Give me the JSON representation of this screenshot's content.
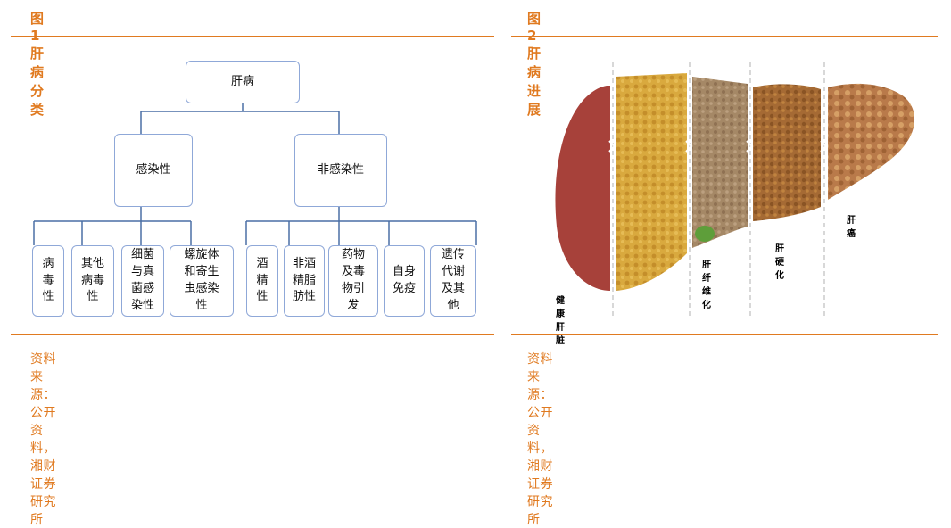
{
  "left": {
    "title": "图 1 肝病分类",
    "source": "资料来源：公开资料，湘财证券研究所",
    "root": "肝病",
    "infectious": "感染性",
    "noninfectious": "非感染性",
    "leaves_infectious": [
      "病\n毒\n性",
      "其他\n病毒\n性",
      "细菌\n与真\n菌感\n染性",
      "螺旋体\n和寄生\n虫感染\n性"
    ],
    "leaves_noninfectious": [
      "酒\n精\n性",
      "非酒\n精脂\n肪性",
      "药物\n及毒\n物引\n发",
      "自身\n免疫",
      "遗传\n代谢\n及其\n他"
    ]
  },
  "right": {
    "title": "图 2 肝病进展",
    "source": "资料来源：公开资料，湘财证券研究所",
    "stages": [
      "健康肝脏",
      "肝纤维化",
      "肝硬化",
      "肝癌"
    ]
  },
  "colors": {
    "accent": "#E07A20",
    "box_border": "#8FA8D8",
    "connector": "#4A6FA5"
  }
}
